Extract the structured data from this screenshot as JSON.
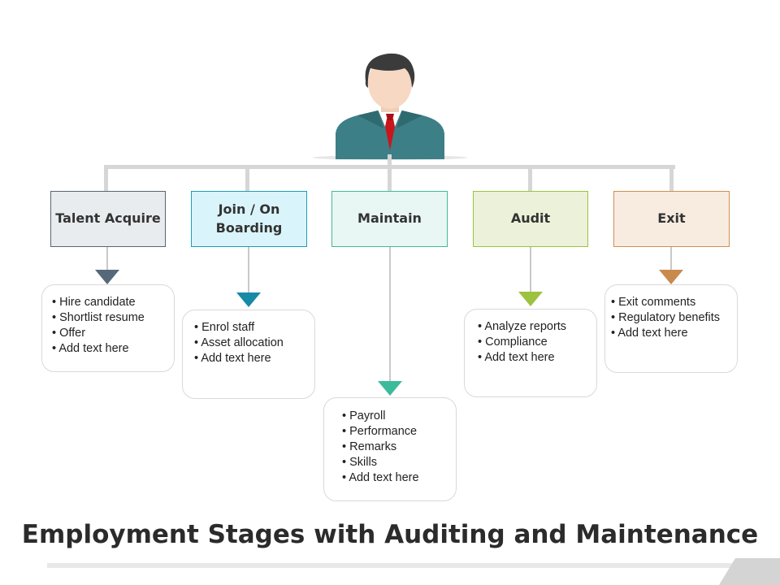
{
  "title": "Employment Stages with Auditing and Maintenance",
  "stages": [
    {
      "label": "Talent Acquire",
      "items": [
        "Hire candidate",
        "Shortlist resume",
        "Offer",
        "Add text here"
      ],
      "fill": "#e9ecef",
      "border": "#5a6472",
      "arrow": "#56697a"
    },
    {
      "label": "Join / On Boarding",
      "items": [
        "Enrol staff",
        "Asset allocation",
        "Add text here"
      ],
      "fill": "#d9f5fb",
      "border": "#1f9bb5",
      "arrow": "#168aa6"
    },
    {
      "label": "Maintain",
      "items": [
        "Payroll",
        "Performance",
        "Remarks",
        "Skills",
        "Add text here"
      ],
      "fill": "#e8f7f3",
      "border": "#45b79a",
      "arrow": "#3cba9c"
    },
    {
      "label": "Audit",
      "items": [
        "Analyze reports",
        "Compliance",
        "Add text here"
      ],
      "fill": "#ebf2d9",
      "border": "#9cc23f",
      "arrow": "#9cc23f"
    },
    {
      "label": "Exit",
      "items": [
        "Exit comments",
        "Regulatory benefits",
        "Add text here"
      ],
      "fill": "#f8ece1",
      "border": "#cf8f50",
      "arrow": "#c98a4d"
    }
  ],
  "icons": {
    "person": "businessman-icon"
  }
}
